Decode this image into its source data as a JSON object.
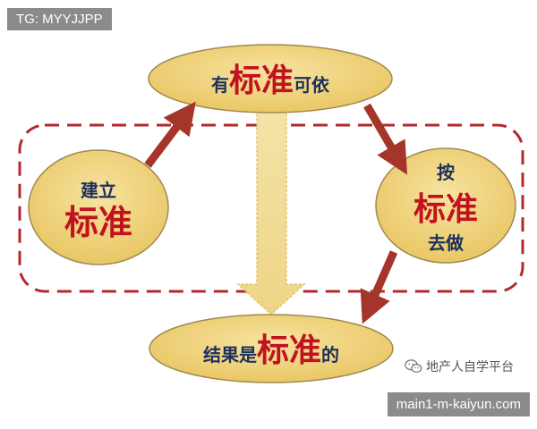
{
  "tag": "TG: MYYJJPP",
  "footer": "main1-m-kaiyun.com",
  "watermark": "地产人自学平台",
  "nodes": {
    "top": {
      "prefix": "有",
      "highlight": "标准",
      "suffix": "可依"
    },
    "left": {
      "line1": "建立",
      "line2": "标准"
    },
    "right": {
      "line1": "按",
      "line2": "标准",
      "line3": "去做"
    },
    "bottom": {
      "prefix": "结果是",
      "highlight": "标准",
      "suffix": "的"
    }
  },
  "colors": {
    "node_fill": "#f1d37a",
    "node_stroke": "#a08a52",
    "arrow": "#a5342a",
    "dashed_border": "#b3282d",
    "text_dark": "#1d2f5c",
    "text_red": "#c1121f",
    "down_arrow_fill": "#f3df9a"
  }
}
